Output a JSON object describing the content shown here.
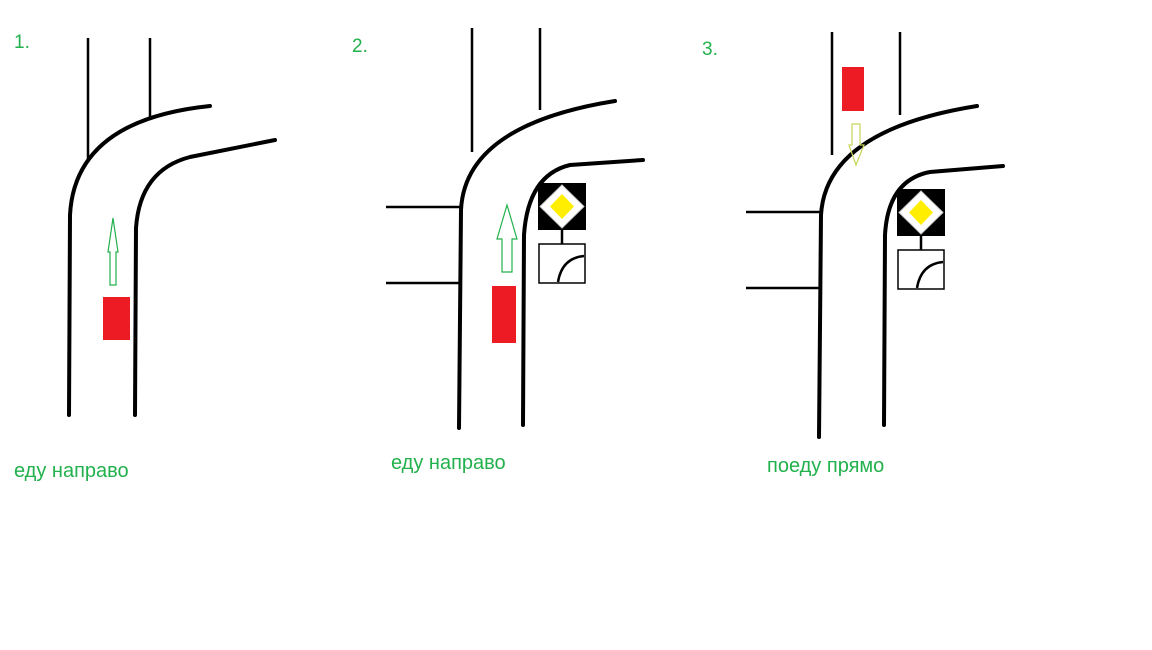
{
  "panels": [
    {
      "number": "1.",
      "caption": "еду направо"
    },
    {
      "number": "2.",
      "caption": "еду направо"
    },
    {
      "number": "3.",
      "caption": "поеду прямо"
    }
  ],
  "colors": {
    "text": "#22b14c",
    "car": "#ed1c24",
    "arrow_green": "#22b14c",
    "arrow_yellow": "#c8d45a",
    "sign_yellow": "#ffee00"
  },
  "icons": [
    "car",
    "direction-arrow",
    "main-road-sign",
    "main-road-direction-plate"
  ]
}
